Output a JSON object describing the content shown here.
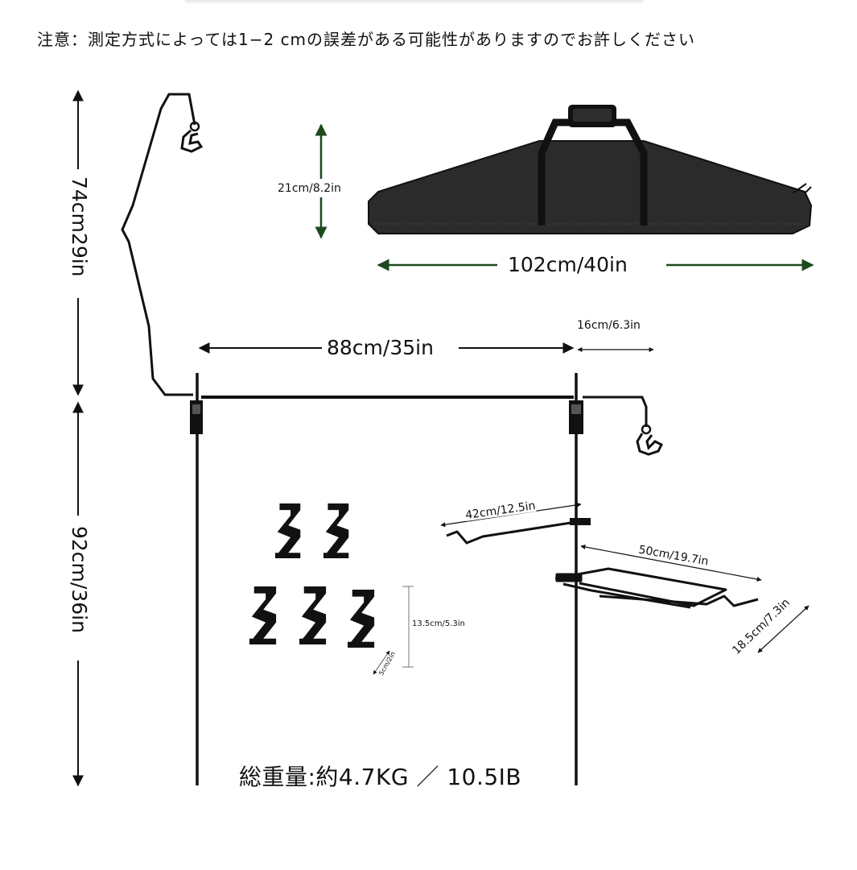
{
  "notice": "注意：測定方式によっては1−2 cmの誤差がある可能性がありますのでお許しください",
  "labels": {
    "pole_top_height": "74cm29in",
    "pole_bottom_height": "92cm/36in",
    "bag_height": "21cm/8.2in",
    "bag_length": "102cm/40in",
    "bar_width": "88cm/35in",
    "arm_width": "16cm/6.3in",
    "short_arm": "42cm/12.5in",
    "grill_length": "50cm/19.7in",
    "grill_depth": "18.5cm/7.3in",
    "hook_height": "13.5cm/5.3in",
    "hook_width": "5cm/2in"
  },
  "total_weight": "総重量:約4.7KG ／ 10.5IB",
  "icons": [
    "s-hook-icon",
    "carry-bag-icon",
    "arrow-icon"
  ],
  "colors": {
    "metal": "#111111",
    "bag": "#2b2b2b",
    "bag_arrow": "#1d4a1d"
  }
}
